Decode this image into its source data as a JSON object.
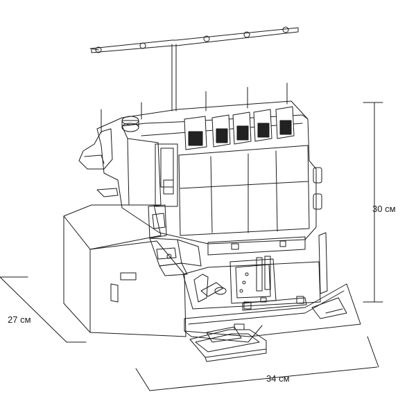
{
  "dimensions": {
    "height": "30 см",
    "depth": "27 см",
    "width": "34 см"
  },
  "colors": {
    "line": "#1a1a1a",
    "background": "#ffffff",
    "thread_cone_dark": "#222222"
  }
}
